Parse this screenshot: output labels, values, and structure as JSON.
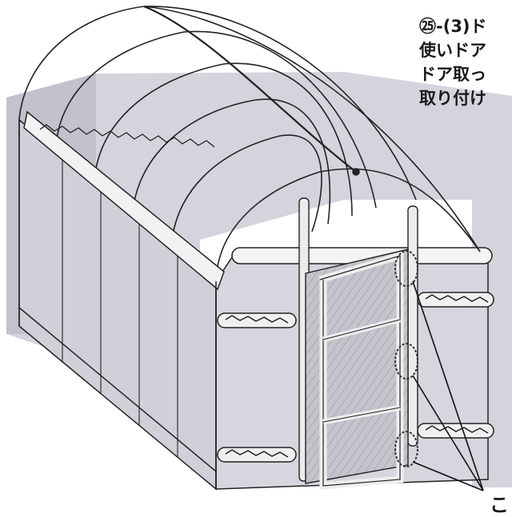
{
  "caption": {
    "lines": [
      "㉕-(3)ド",
      "使いドア",
      "ドア取っ",
      "取り付け"
    ]
  },
  "callout_label": "こ",
  "colors": {
    "background": "#ffffff",
    "wall_shadow": "#c9c9d2",
    "wall_dark": "#b4b4bf",
    "frame_line": "#222222",
    "door_mesh": "#a9a9b4",
    "highlight_circle": "#333333"
  },
  "icons": {
    "greenhouse": "greenhouse-illustration",
    "door_handle": "door-handle-icon"
  }
}
